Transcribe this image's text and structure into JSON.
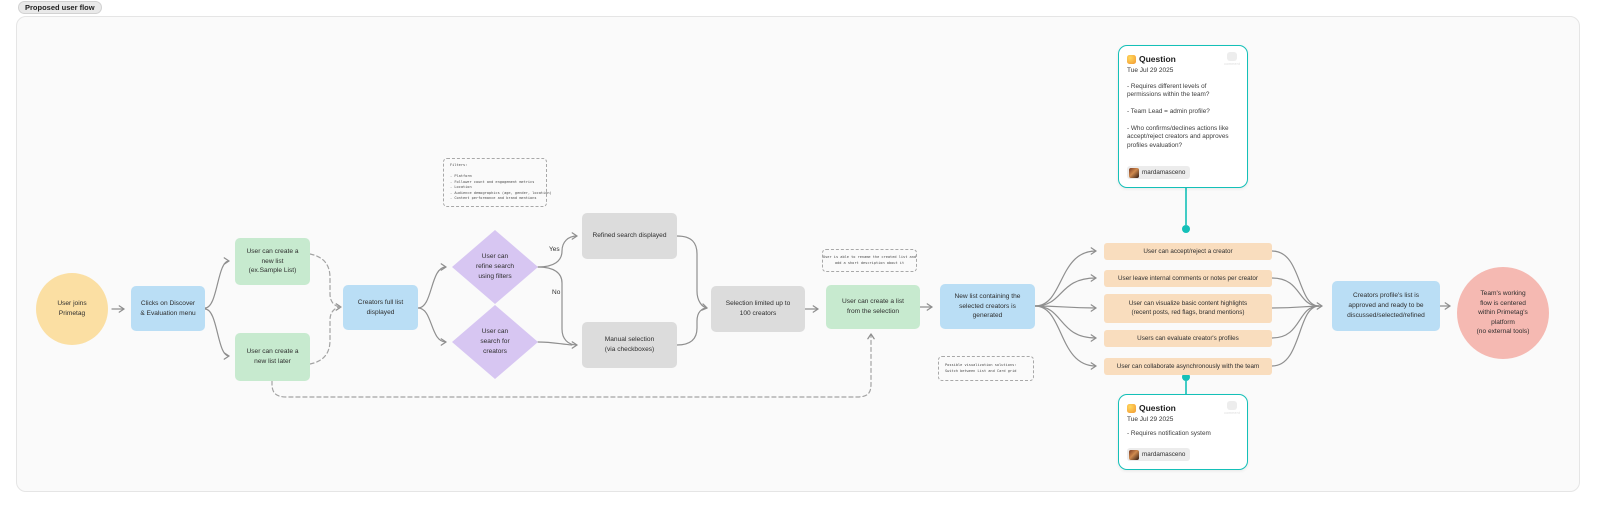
{
  "section": {
    "label": "Proposed user flow"
  },
  "edge_labels": {
    "yes": "Yes",
    "no": "No"
  },
  "nodes": {
    "start": "User joins\nPrimetag",
    "menu": "Clicks on Discover\n& Evaluation menu",
    "create_list": "User can create a\nnew list\n(ex.Sample List)",
    "create_later": "User can create a\nnew list later",
    "full_list": "Creators full list\ndisplayed",
    "refine": "User can\nrefine search\nusing filters",
    "search": "User can\nsearch for\ncreators",
    "refined_results": "Refined search displayed",
    "manual": "Manual selection\n(via checkboxes)",
    "limit": "Selection limited up to\n100 creators",
    "create_from_selection": "User can create a list\nfrom the selection",
    "new_list_generated": "New list containing the\nselected creators is\ngenerated",
    "approved": "Creators profile's list is\napproved and ready to be\ndiscussed/selected/refined",
    "end": "Team's working\nflow is centered\nwithin Primetag's\nplatform\n(no external tools)"
  },
  "actions": [
    "User can accept/reject a creator",
    "User leave internal comments or notes per creator",
    "User can visualize basic content highlights\n(recent posts, red flags, brand mentions)",
    "Users can evaluate creator's profiles",
    "User can collaborate asynchronously with the team"
  ],
  "notes": {
    "filters": "Filters:\n\n- Platform\n- Follower count and engagement metrics\n- Location\n- Audience demographics (age, gender, location)\n- Content performance and brand mentions",
    "rename": "User is able to rename the created list and\nadd a short description about it",
    "visualization": "Possible visualization solutions:\nSwitch between List and Card grid"
  },
  "comments": {
    "top": {
      "title": "Question",
      "date": "Tue Jul 29 2025",
      "body": "- Requires different levels of\npermissions within the team?\n\n- Team Lead = admin profile?\n\n- Who confirms/declines actions like\naccept/reject creators and approves\nprofiles evaluation?",
      "author": "mardamasceno",
      "corner_label": "comment"
    },
    "bottom": {
      "title": "Question",
      "date": "Tue Jul 29 2025",
      "body": "- Requires notification system",
      "author": "mardamasceno",
      "corner_label": "comment"
    }
  },
  "colors": {
    "accent_teal": "#14c0b8",
    "yellow": "#fbdfa3",
    "blue": "#badef5",
    "green": "#c7eacf",
    "purple": "#d7c6f2",
    "gray": "#dcdcdc",
    "peach": "#f9ddbe",
    "pink": "#f5b9b2",
    "connector": "#8f8f8f"
  }
}
